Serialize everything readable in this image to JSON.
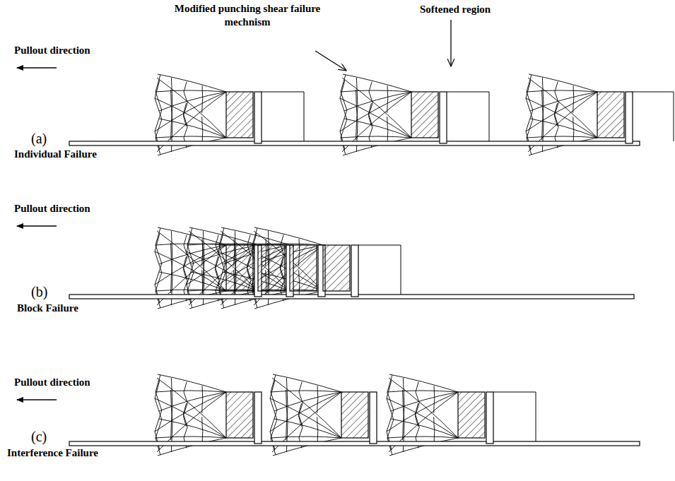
{
  "diagram": {
    "labels": [
      "Modified punching shear failure mechnism",
      "Softened region",
      "Pullout direction",
      "(a)",
      "Individual Failure",
      "Pullout direction",
      "(b)",
      "Block Failure",
      "Pullout direction",
      "(c)",
      "Interference Failure"
    ]
  }
}
